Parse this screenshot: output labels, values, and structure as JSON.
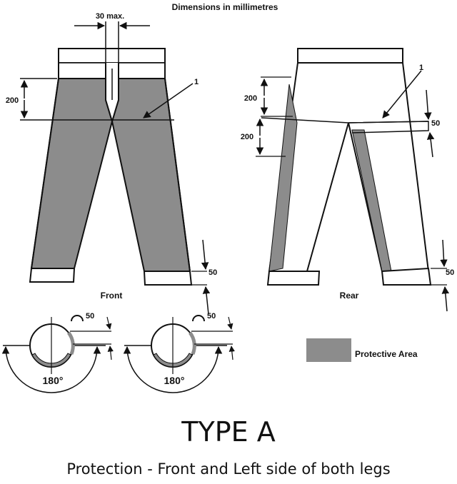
{
  "header": {
    "dimensions_note": "Dimensions in millimetres"
  },
  "front": {
    "view_label": "Front",
    "waist_gap_label": "30 max.",
    "crotch_dim_label": "200",
    "hem_dim_label": "50",
    "callout_label": "1"
  },
  "rear": {
    "view_label": "Rear",
    "upper_dim_label": "200",
    "lower_dim_label": "200",
    "seat_dim_label": "50",
    "hem_dim_label": "50",
    "callout_label": "1"
  },
  "sections": [
    {
      "angle_label": "180°",
      "overlap_label": "50"
    },
    {
      "angle_label": "180°",
      "overlap_label": "50"
    }
  ],
  "legend": {
    "label": "Protective Area",
    "color": "#8c8c8c"
  },
  "footer": {
    "title": "TYPE A",
    "subtitle": "Protection - Front and Left side of both legs"
  }
}
